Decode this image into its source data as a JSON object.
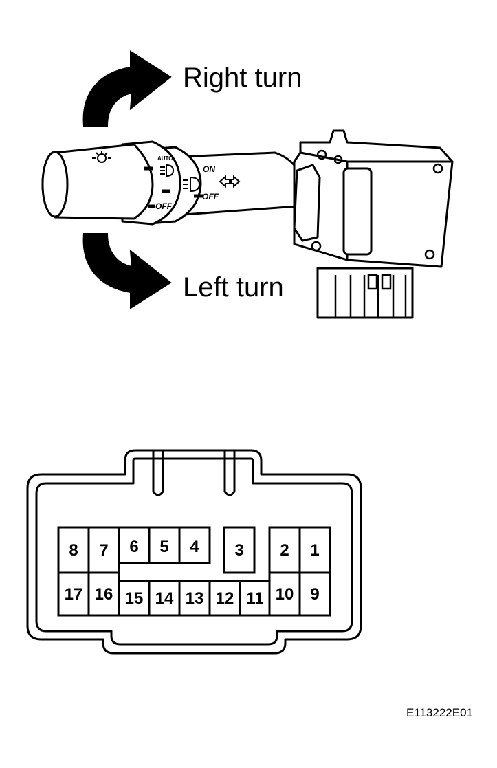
{
  "labels": {
    "right_turn": "Right turn",
    "left_turn": "Left turn",
    "switch_on": "ON",
    "switch_off_ring": "OFF",
    "switch_off_cap": "OFF",
    "switch_auto": "AUTO"
  },
  "connector": {
    "pins": [
      "1",
      "2",
      "3",
      "4",
      "5",
      "6",
      "7",
      "8",
      "9",
      "10",
      "11",
      "12",
      "13",
      "14",
      "15",
      "16",
      "17"
    ]
  },
  "figure_id": "E113222E01"
}
